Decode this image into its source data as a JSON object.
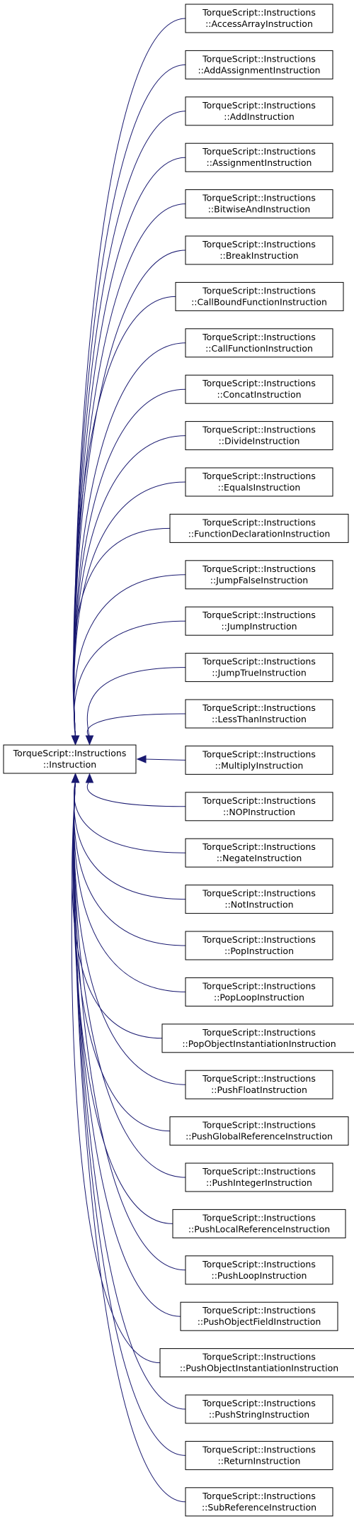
{
  "base": {
    "line1": "TorqueScript::Instructions",
    "line2": "::Instruction"
  },
  "derived": [
    {
      "line1": "TorqueScript::Instructions",
      "line2": "::AccessArrayInstruction"
    },
    {
      "line1": "TorqueScript::Instructions",
      "line2": "::AddAssignmentInstruction"
    },
    {
      "line1": "TorqueScript::Instructions",
      "line2": "::AddInstruction"
    },
    {
      "line1": "TorqueScript::Instructions",
      "line2": "::AssignmentInstruction"
    },
    {
      "line1": "TorqueScript::Instructions",
      "line2": "::BitwiseAndInstruction"
    },
    {
      "line1": "TorqueScript::Instructions",
      "line2": "::BreakInstruction"
    },
    {
      "line1": "TorqueScript::Instructions",
      "line2": "::CallBoundFunctionInstruction"
    },
    {
      "line1": "TorqueScript::Instructions",
      "line2": "::CallFunctionInstruction"
    },
    {
      "line1": "TorqueScript::Instructions",
      "line2": "::ConcatInstruction"
    },
    {
      "line1": "TorqueScript::Instructions",
      "line2": "::DivideInstruction"
    },
    {
      "line1": "TorqueScript::Instructions",
      "line2": "::EqualsInstruction"
    },
    {
      "line1": "TorqueScript::Instructions",
      "line2": "::FunctionDeclarationInstruction"
    },
    {
      "line1": "TorqueScript::Instructions",
      "line2": "::JumpFalseInstruction"
    },
    {
      "line1": "TorqueScript::Instructions",
      "line2": "::JumpInstruction"
    },
    {
      "line1": "TorqueScript::Instructions",
      "line2": "::JumpTrueInstruction"
    },
    {
      "line1": "TorqueScript::Instructions",
      "line2": "::LessThanInstruction"
    },
    {
      "line1": "TorqueScript::Instructions",
      "line2": "::MultiplyInstruction"
    },
    {
      "line1": "TorqueScript::Instructions",
      "line2": "::NOPInstruction"
    },
    {
      "line1": "TorqueScript::Instructions",
      "line2": "::NegateInstruction"
    },
    {
      "line1": "TorqueScript::Instructions",
      "line2": "::NotInstruction"
    },
    {
      "line1": "TorqueScript::Instructions",
      "line2": "::PopInstruction"
    },
    {
      "line1": "TorqueScript::Instructions",
      "line2": "::PopLoopInstruction"
    },
    {
      "line1": "TorqueScript::Instructions",
      "line2": "::PopObjectInstantiationInstruction"
    },
    {
      "line1": "TorqueScript::Instructions",
      "line2": "::PushFloatInstruction"
    },
    {
      "line1": "TorqueScript::Instructions",
      "line2": "::PushGlobalReferenceInstruction"
    },
    {
      "line1": "TorqueScript::Instructions",
      "line2": "::PushIntegerInstruction"
    },
    {
      "line1": "TorqueScript::Instructions",
      "line2": "::PushLocalReferenceInstruction"
    },
    {
      "line1": "TorqueScript::Instructions",
      "line2": "::PushLoopInstruction"
    },
    {
      "line1": "TorqueScript::Instructions",
      "line2": "::PushObjectFieldInstruction"
    },
    {
      "line1": "TorqueScript::Instructions",
      "line2": "::PushObjectInstantiationInstruction"
    },
    {
      "line1": "TorqueScript::Instructions",
      "line2": "::PushStringInstruction"
    },
    {
      "line1": "TorqueScript::Instructions",
      "line2": "::ReturnInstruction"
    },
    {
      "line1": "TorqueScript::Instructions",
      "line2": "::SubReferenceInstruction"
    }
  ],
  "colors": {
    "edge": "#191970",
    "box_border": "#000000",
    "background": "#ffffff"
  }
}
